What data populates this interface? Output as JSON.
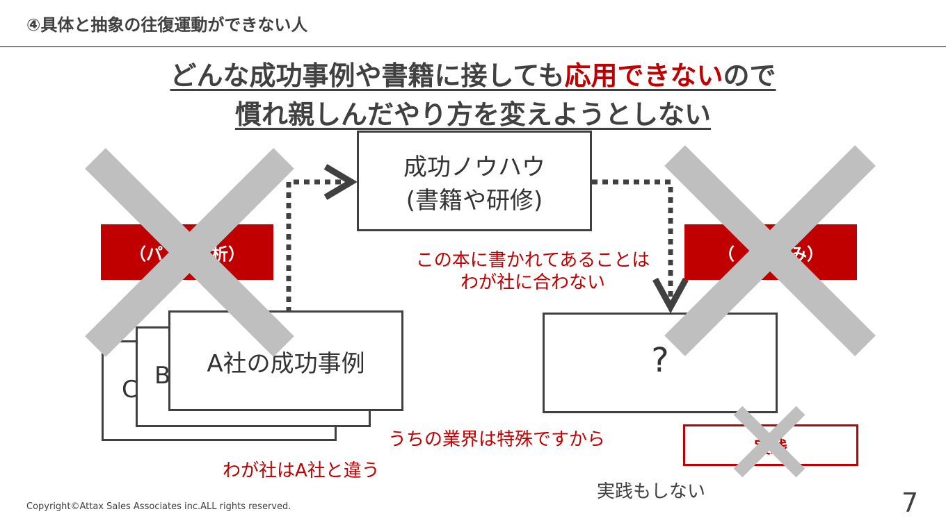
{
  "header": {
    "title": "④具体と抽象の往復運動ができない人"
  },
  "headline": {
    "line1_a": "どんな成功事例や書籍に接しても",
    "line1_highlight": "応用できない",
    "line1_b": "ので",
    "line2": "慣れ親しんだやり方を変えようとしない"
  },
  "diagram": {
    "knowhow_line1": "成功ノウハウ",
    "knowhow_line2": "(書籍や研修)",
    "left_label": "（パ",
    "left_label_end": "析）",
    "right_label": "（",
    "right_label_end": "み）",
    "card_c": "C",
    "card_b": "B",
    "card_a": "A社の成功事例",
    "question_box": "?",
    "practice_box": "実践",
    "comment_book_line1": "この本に書かれてあることは",
    "comment_book_line2": "わが社に合わない",
    "comment_industry": "うちの業界は特殊ですから",
    "comment_company": "わが社はA社と違う",
    "no_practice": "実践もしない"
  },
  "footer": {
    "copyright": "Copyright©Attax Sales Associates inc.ALL rights reserved.",
    "page_number": "7"
  },
  "colors": {
    "accent": "#c00000",
    "text": "#404040",
    "cross": "#bfbfbf"
  }
}
